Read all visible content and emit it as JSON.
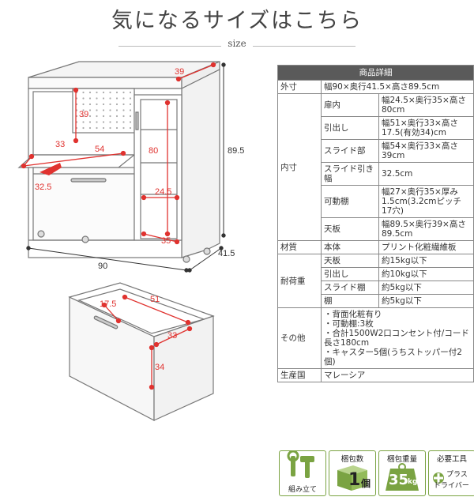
{
  "heading": {
    "title": "気になるサイズはこちら",
    "subtitle": "size"
  },
  "diagram_top": {
    "labels": {
      "depth_top": "39",
      "height_total": "89.5",
      "upper_inner_height": "39",
      "slide_depth": "33",
      "slide_width": "54",
      "drawer_pull": "32.5",
      "side_height": "80",
      "side_shelf_height": "24.5",
      "side_depth": "35",
      "width_total": "90",
      "depth_total": "41.5"
    }
  },
  "diagram_drawer": {
    "labels": {
      "inner_height_top": "17.5",
      "inner_width": "51",
      "inner_depth": "33",
      "drawer_height": "34"
    }
  },
  "spec_table": {
    "header": "商品詳細",
    "rows": [
      {
        "group": "外寸",
        "label": "",
        "value": "幅90×奥行41.5×高さ89.5cm"
      },
      {
        "group": "内寸",
        "label": "扉内",
        "value": "幅24.5×奥行35×高さ80cm"
      },
      {
        "group": "",
        "label": "引出し",
        "value": "幅51×奥行33×高さ17.5(有効34)cm"
      },
      {
        "group": "",
        "label": "スライド部",
        "value": "幅54×奥行33×高さ39cm"
      },
      {
        "group": "",
        "label": "スライド引き幅",
        "value": "32.5cm"
      },
      {
        "group": "",
        "label": "可動棚",
        "value": "幅27×奥行35×厚み1.5cm(3.2cmピッチ17穴)"
      },
      {
        "group": "",
        "label": "天板",
        "value": "幅89.5×奥行39×高さ89.5cm"
      },
      {
        "group": "材質",
        "label": "本体",
        "value": "プリント化粧繊維板"
      },
      {
        "group": "耐荷重",
        "label": "天板",
        "value": "約15kg以下"
      },
      {
        "group": "",
        "label": "引出し",
        "value": "約10kg以下"
      },
      {
        "group": "",
        "label": "スライド棚",
        "value": "約5kg以下"
      },
      {
        "group": "",
        "label": "棚",
        "value": "約5kg以下"
      },
      {
        "group": "その他",
        "label": "",
        "value": "・背面化粧有り\n・可動棚:3枚\n・合計1500W2口コンセント付/コード長さ180cm\n・キャスター5個(うちストッパー付2個)"
      },
      {
        "group": "生産国",
        "label": "",
        "value": "マレーシア"
      }
    ]
  },
  "icons": {
    "assembly": {
      "label": "組み立て",
      "icon": "tools-icon"
    },
    "packages": {
      "caption": "梱包数",
      "count": "1",
      "unit": "個"
    },
    "weight": {
      "caption": "梱包重量",
      "value": "35",
      "unit": "kg"
    },
    "tools": {
      "caption": "必要工具",
      "label_line1": "プラス",
      "label_line2": "ドライバー"
    }
  },
  "colors": {
    "dimension_red": "#e0322f",
    "icon_green": "#7aa342",
    "table_header": "#5a5a5a"
  }
}
